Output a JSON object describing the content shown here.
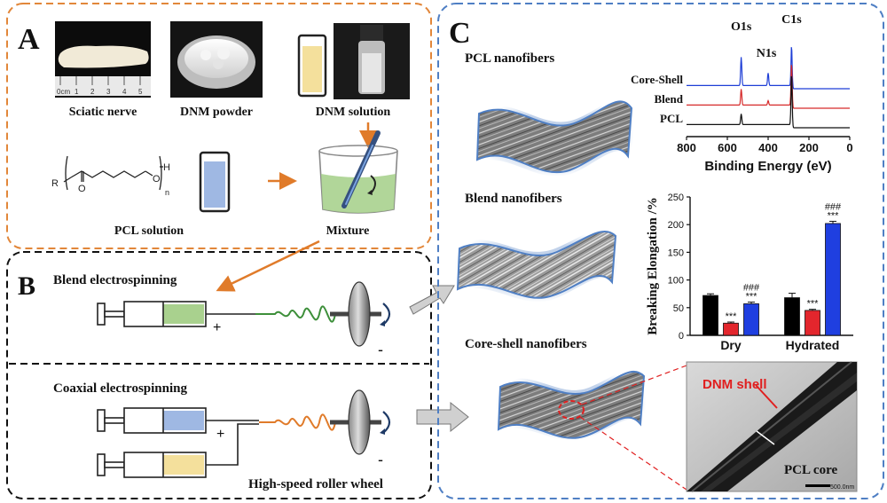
{
  "panels": {
    "a": {
      "letter": "A",
      "labels": {
        "sciatic_nerve": "Sciatic nerve",
        "dnm_powder": "DNM powder",
        "dnm_solution": "DNM solution",
        "pcl_solution": "PCL solution",
        "mixture": "Mixture"
      },
      "ruler_ticks": [
        "0cm",
        "1",
        "2",
        "3",
        "4",
        "5"
      ],
      "formula": {
        "r": "R",
        "o_carbonyl": "O",
        "o_ester": "O",
        "h": "H",
        "n": "n"
      }
    },
    "b": {
      "letter": "B",
      "blend_label": "Blend electrospinning",
      "coaxial_label": "Coaxial electrospinning",
      "roller_label": "High-speed roller wheel",
      "plus": "+",
      "minus": "-"
    },
    "c": {
      "letter": "C",
      "fiber_labels": {
        "pcl": "PCL nanofibers",
        "blend": "Blend nanofibers",
        "core_shell": "Core-shell nanofibers"
      },
      "tem": {
        "shell": "DNM shell",
        "core": "PCL core",
        "scale": "500.0nm"
      }
    }
  },
  "colors": {
    "panel_a_border": "#e2873a",
    "panel_c_border": "#4f7fc4",
    "dnm_liquid": "#f4e09c",
    "pcl_liquid": "#9fb8e3",
    "blend_liquid": "#a9d18e",
    "arrow_orange": "#e07b2a",
    "green_fiber": "#3d8f3a",
    "orange_fiber": "#e07b2a"
  },
  "chart_data": [
    {
      "type": "line",
      "xlabel": "Binding Energy (eV)",
      "ylabel": "",
      "x_ticks": [
        "800",
        "600",
        "400",
        "200",
        "0"
      ],
      "xlim": [
        800,
        0
      ],
      "peak_labels": [
        "O1s",
        "N1s",
        "C1s"
      ],
      "peaks_ev": {
        "O1s": 532,
        "N1s": 400,
        "C1s": 285
      },
      "series": [
        {
          "name": "Core-Shell",
          "color": "#1f3fd6",
          "baseline": 3.0,
          "peaks": [
            [
              532,
              1.6
            ],
            [
              400,
              0.7
            ],
            [
              285,
              2.3
            ]
          ],
          "noise": [
            [
              980,
              0.05
            ],
            [
              1070,
              0.05
            ]
          ]
        },
        {
          "name": "Blend",
          "color": "#d62a2a",
          "baseline": 2.0,
          "peaks": [
            [
              532,
              0.9
            ],
            [
              400,
              0.25
            ],
            [
              285,
              2.4
            ]
          ]
        },
        {
          "name": "PCL",
          "color": "#111111",
          "baseline": 1.0,
          "peaks": [
            [
              532,
              0.6
            ],
            [
              285,
              2.9
            ]
          ]
        }
      ]
    },
    {
      "type": "bar",
      "ylabel": "Breaking Elongation /%",
      "ylim": [
        0,
        250
      ],
      "y_ticks": [
        "0",
        "50",
        "100",
        "150",
        "200",
        "250"
      ],
      "categories": [
        "Dry",
        "Hydrated"
      ],
      "series": [
        {
          "name": "PCL",
          "color": "#000000",
          "values": [
            72,
            68
          ],
          "errors": [
            3,
            8
          ]
        },
        {
          "name": "Blend",
          "color": "#e3262d",
          "values": [
            22,
            45
          ],
          "errors": [
            2,
            2
          ]
        },
        {
          "name": "Core-Shell",
          "color": "#1f3fe0",
          "values": [
            57,
            202
          ],
          "errors": [
            3,
            4
          ]
        }
      ],
      "annotations": [
        {
          "category": "Dry",
          "series": 1,
          "text": "***"
        },
        {
          "category": "Dry",
          "series": 2,
          "text": "***",
          "text2": "###"
        },
        {
          "category": "Hydrated",
          "series": 1,
          "text": "***"
        },
        {
          "category": "Hydrated",
          "series": 2,
          "text": "***",
          "text2": "###"
        }
      ]
    }
  ]
}
